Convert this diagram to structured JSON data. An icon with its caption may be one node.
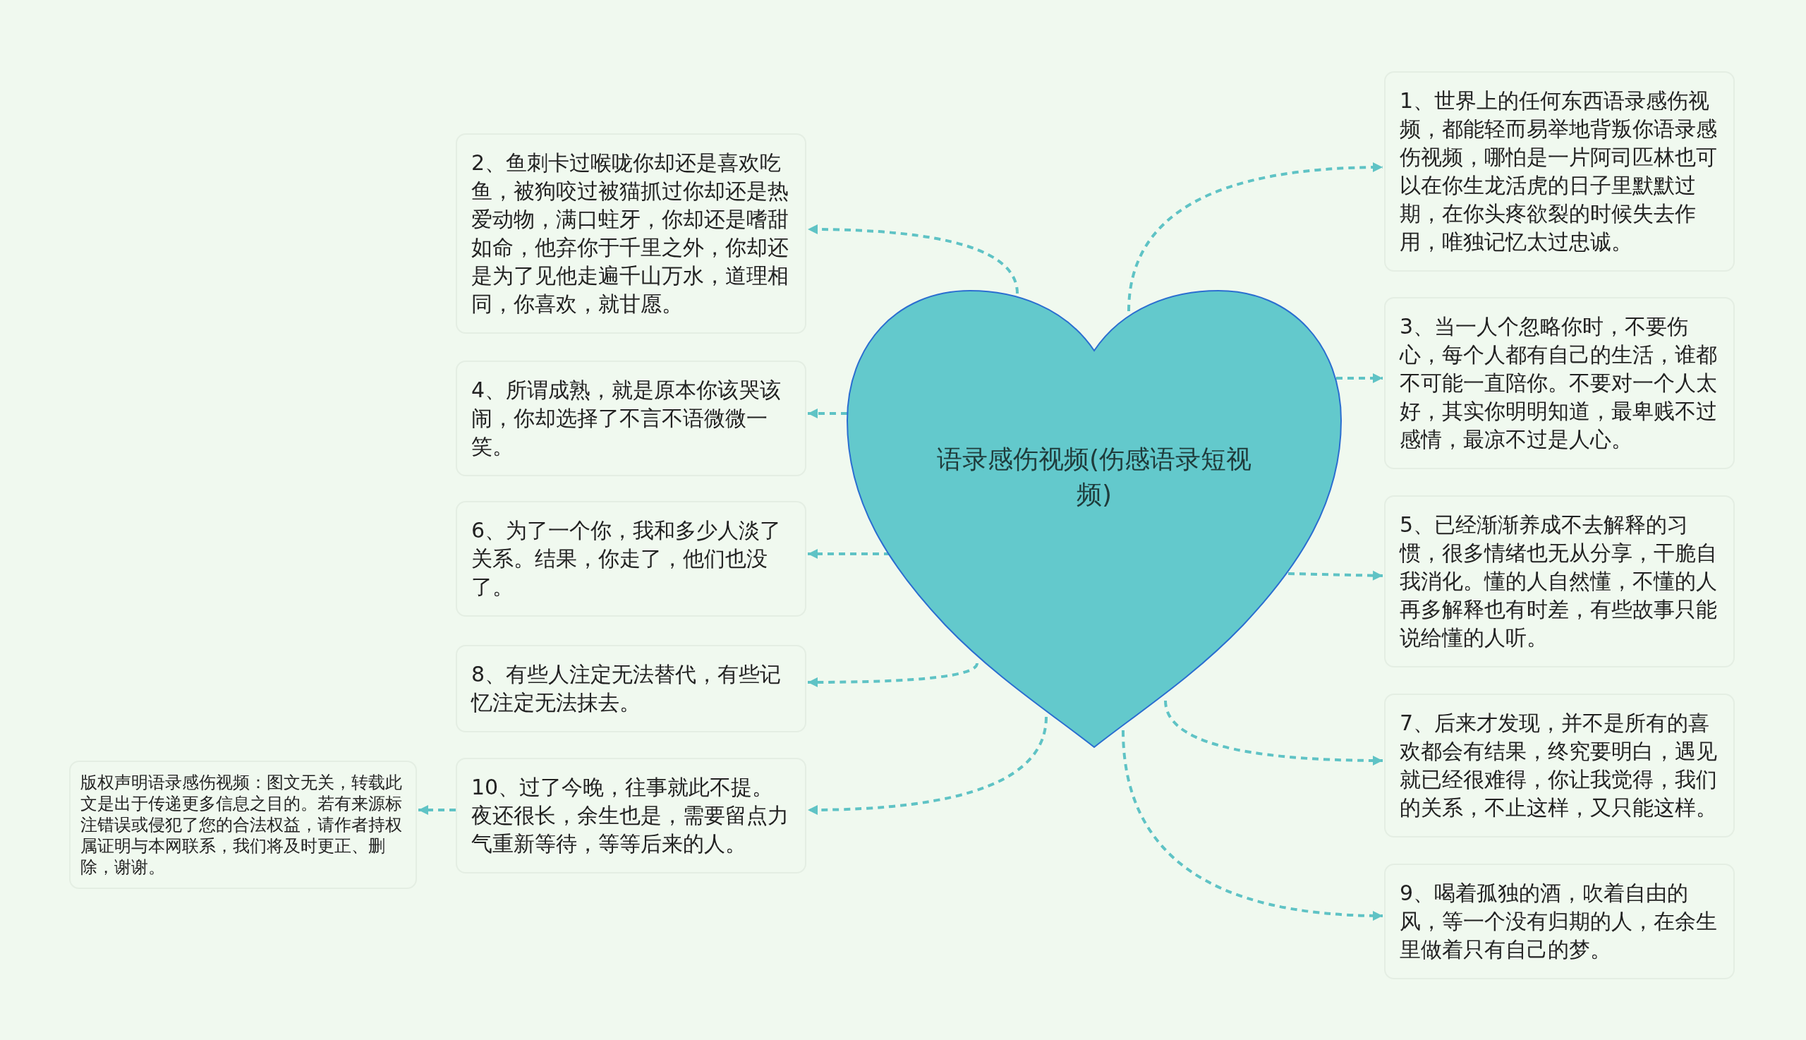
{
  "diagram": {
    "nodes": [
      {
        "text": [
          "语录感伤视频(伤感语录短视频)"
        ]
      },
      {
        "text": [
          "1、世界上的任何东西语录感伤视频，都能轻而易举地背叛你语录感伤视频，哪怕是一片阿司匹林也可以在你生龙活虎的日子里默默过期，在你头疼欲裂的时候失去作用，唯独记忆太过忠诚。"
        ]
      },
      {
        "text": [
          "2、鱼刺卡过喉咙你却还是喜欢吃鱼，被狗咬过被猫抓过你却还是热爱动物，满口蛀牙，你却还是嗜甜如命，他弃你于千里之外，你却还是为了见他走遍千山万水，道理相同，你喜欢，就甘愿。"
        ]
      },
      {
        "text": [
          "3、当一人个忽略你时，不要伤心，每个人都有自己的生活，谁都不可能一直陪你。不要对一个人太好，其实你明明知道，最卑贱不过感情，最凉不过是人心。"
        ]
      },
      {
        "text": [
          "4、所谓成熟，就是原本你该哭该闹，你却选择了不言不语微微一笑。"
        ]
      },
      {
        "text": [
          "5、已经渐渐养成不去解释的习惯，很多情绪也无从分享，干脆自我消化。懂的人自然懂，不懂的人再多解释也有时差，有些故事只能说给懂的人听。"
        ]
      },
      {
        "text": [
          "6、为了一个你，我和多少人淡了关系。结果，你走了，他们也没了。"
        ]
      },
      {
        "text": [
          "7、后来才发现，并不是所有的喜欢都会有结果，终究要明白，遇见就已经很难得，你让我觉得，我们的关系，不止这样，又只能这样。"
        ]
      },
      {
        "text": [
          "8、有些人注定无法替代，有些记忆注定无法抹去。"
        ]
      },
      {
        "text": [
          "9、喝着孤独的酒，吹着自由的风，等一个没有归期的人，在余生里做着只有自己的梦。"
        ]
      },
      {
        "text": [
          "10、过了今晚，往事就此不提。夜还很长，余生也是，需要留点力气重新等待，等等后来的人。"
        ]
      },
      {
        "text": [
          "版权声明语录感伤视频：图文无关，转载此文是出于传递更多信息之目的。若有来源标注错误或侵犯了您的合法权益，请作者持权属证明与本网联系，我们将及时更正、删除，谢谢。"
        ]
      }
    ],
    "edges": [
      {
        "from": 0,
        "to": 1,
        "arrow": "to",
        "style": "dashed"
      },
      {
        "from": 0,
        "to": 2,
        "arrow": "to",
        "style": "dashed"
      },
      {
        "from": 0,
        "to": 3,
        "arrow": "to",
        "style": "dashed"
      },
      {
        "from": 0,
        "to": 4,
        "arrow": "to",
        "style": "dashed"
      },
      {
        "from": 0,
        "to": 5,
        "arrow": "to",
        "style": "dashed"
      },
      {
        "from": 0,
        "to": 6,
        "arrow": "to",
        "style": "dashed"
      },
      {
        "from": 0,
        "to": 7,
        "arrow": "to",
        "style": "dashed"
      },
      {
        "from": 0,
        "to": 8,
        "arrow": "to",
        "style": "dashed"
      },
      {
        "from": 0,
        "to": 9,
        "arrow": "to",
        "style": "dashed"
      },
      {
        "from": 0,
        "to": 10,
        "arrow": "to",
        "style": "dashed"
      },
      {
        "from": 10,
        "to": 11,
        "arrow": "to",
        "style": "dashed"
      }
    ]
  }
}
